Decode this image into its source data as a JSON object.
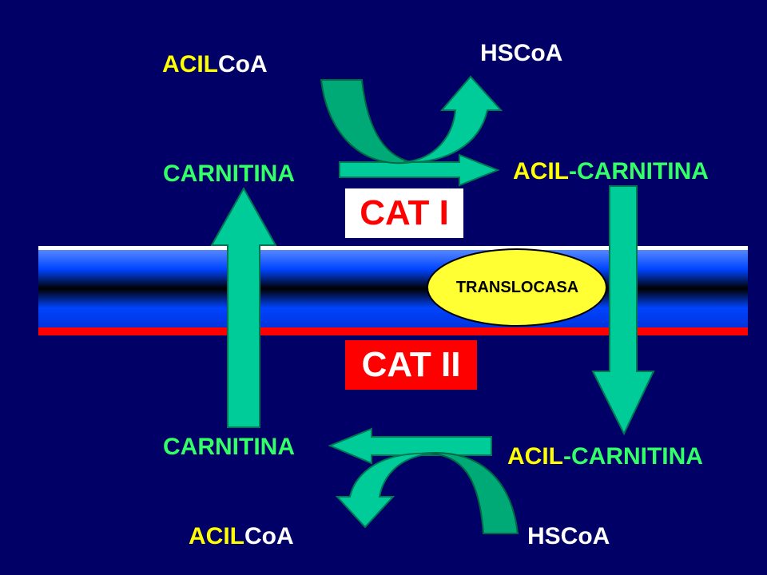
{
  "labels": {
    "top_acyl_coa": {
      "prefix": "ACIL",
      "suffix": "CoA"
    },
    "top_hscoa": "HSCoA",
    "top_carnitine": "CARNITINA",
    "top_acyl_carnitine": {
      "prefix": "ACIL",
      "suffix": "-CARNITINA"
    },
    "bottom_carnitine": "CARNITINA",
    "bottom_acyl_carnitine": {
      "prefix": "ACIL",
      "suffix": "-CARNITINA"
    },
    "bottom_acyl_coa": {
      "prefix": "ACIL",
      "suffix": "CoA"
    },
    "bottom_hscoa": "HSCoA"
  },
  "enzymes": {
    "cat1": "CAT I",
    "cat2": "CAT II"
  },
  "membrane": {
    "transporter": "TRANSLOCASA"
  },
  "colors": {
    "background": "#000066",
    "arrow": "#00cc99",
    "arrow_stroke": "#007755",
    "acyl_yellow": "#ffff00",
    "compound_green": "#33ff66",
    "label_white": "#ffffff",
    "cat1_bg": "#ffffff",
    "cat1_text": "#ff0000",
    "cat2_bg": "#ff0000",
    "cat2_text": "#ffffff",
    "membrane_blue": "#0055ff",
    "membrane_red": "#ff0000",
    "transporter_fill": "#ffff33"
  }
}
